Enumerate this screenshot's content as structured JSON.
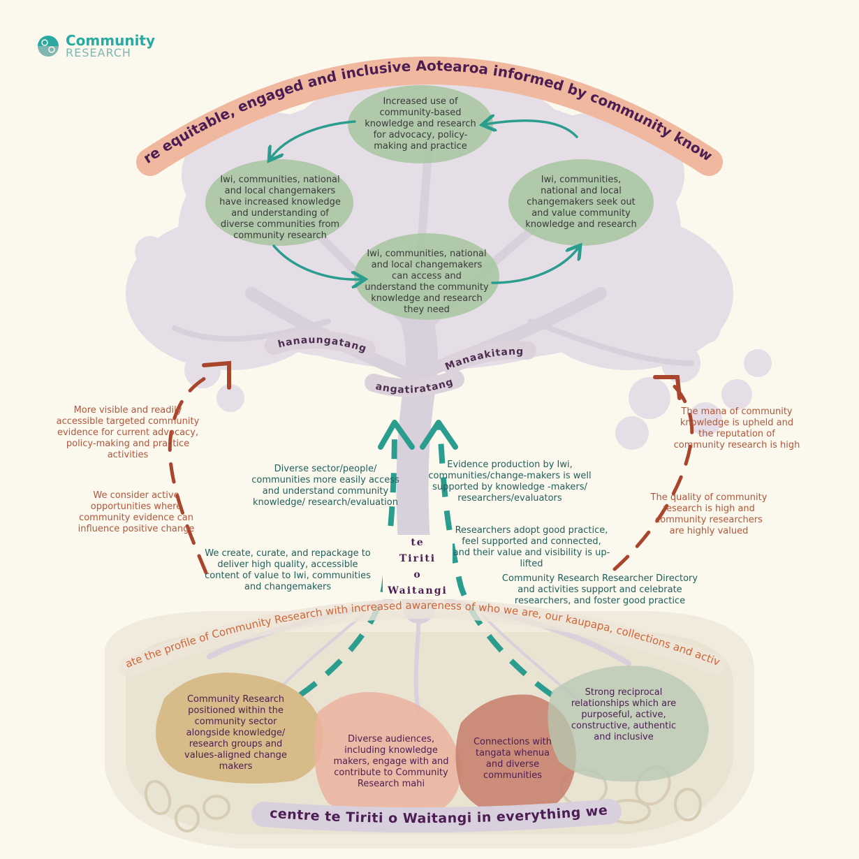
{
  "logo": {
    "word1": "Community",
    "word2": "RESEARCH"
  },
  "vision_arc": {
    "text": "A more equitable, engaged and inclusive Aotearoa informed by community knowledge"
  },
  "cycle": {
    "top": "Increased use of community-based knowledge and research for advocacy, policy-making and practice",
    "left": "Iwi, communities, national and local changemakers have increased knowledge and understanding of diverse communities from community research",
    "right": "Iwi, communities, national and local changemakers seek out and value community knowledge and research",
    "bottom": "Iwi, communities, national and local changemakers can access and understand the community knowledge and research they need"
  },
  "values": {
    "whanaungatanga": "Whanaungatanga",
    "rangatiratanga": "Rangatiratanga",
    "manaakitanga": "Manaakitanga"
  },
  "left_outcomes": {
    "o1": "More visible and readily accessible targeted community evidence for current advocacy, policy-making and practice activities",
    "o2": "We consider active opportunities where community evidence can influence positive change"
  },
  "right_outcomes": {
    "o1": "The mana of community knowledge is upheld and the reputation of community research is high",
    "o2": "The quality of community research is high and community researchers are highly valued"
  },
  "trunk": {
    "left_upper": "Diverse sector/people/ communities more easily access and understand community knowledge/ research/evaluation",
    "right_upper": "Evidence production by Iwi, communities/change-makers is well supported by knowledge -makers/ researchers/evaluators",
    "left_lower": "We create, curate, and repackage to deliver high quality, accessible content of value to Iwi, communities and changemakers",
    "right_mid": "Researchers adopt good practice, feel supported and connected, and their value and visibility is up-lifted",
    "right_lower": "Community Research Researcher Directory and activities support and celebrate researchers, and foster good practice"
  },
  "tiriti": {
    "l1": "te",
    "l2": "Tiriti",
    "l3": "o",
    "l4": "Waitangi"
  },
  "profile_arc": {
    "text": "Elevate the profile of Community Research with increased awareness of who we are, our kaupapa, collections and activities"
  },
  "roots": {
    "r1": "Community Research positioned within the community sector alongside knowledge/ research groups and values-aligned change makers",
    "r2": "Diverse audiences, including knowledge makers, engage with and contribute to Community Research mahi",
    "r3": "Connections with tangata whenua and diverse communities",
    "r4": "Strong reciprocal relationships which are purposeful, active, constructive, authentic and inclusive"
  },
  "base": {
    "text": "We centre te Tiriti o Waitangi in everything we do"
  },
  "colors": {
    "background": "#fbf8ee",
    "teal": "#2a9d8f",
    "rust": "#a8452c",
    "peach_arc": "#f0b89e",
    "cycle_green": "#a9c7a3",
    "tree": "#e4dde6",
    "purple": "#4b1d52"
  },
  "icons": [
    "community-research-logo-icon",
    "tree-icon",
    "cycle-arrow-icon",
    "upward-arrow-icon"
  ]
}
